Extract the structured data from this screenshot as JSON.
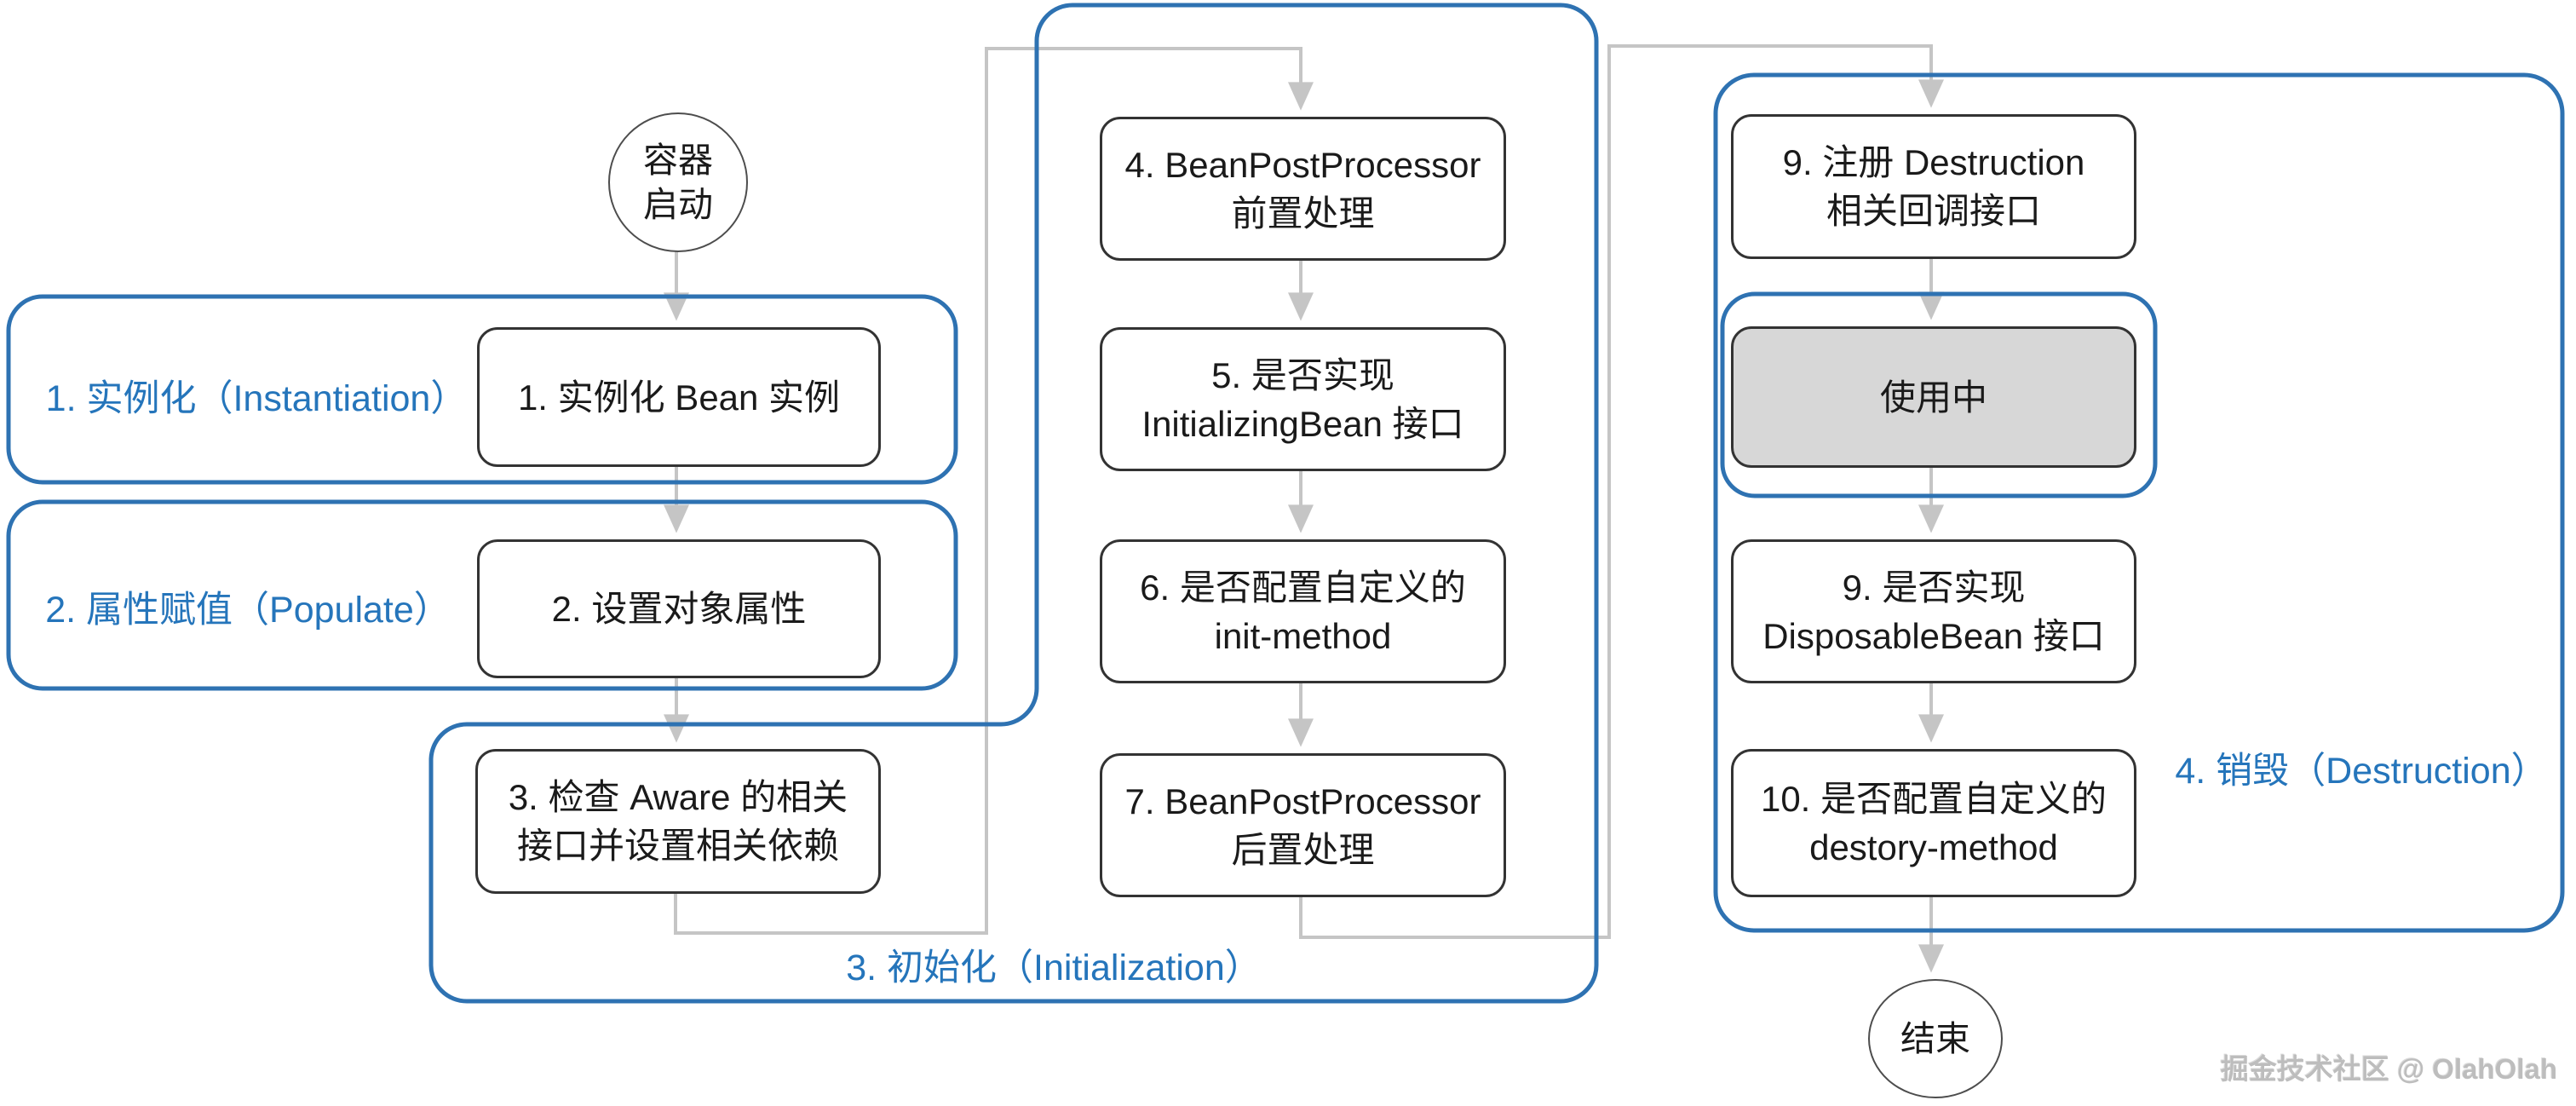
{
  "diagram": {
    "type": "flowchart",
    "subject": "Spring Bean lifecycle"
  },
  "groups": {
    "instantiation": {
      "label": "1. 实例化（Instantiation）"
    },
    "populate": {
      "label": "2. 属性赋值（Populate）"
    },
    "initialization": {
      "label": "3. 初始化（Initialization）"
    },
    "destruction": {
      "label": "4. 销毁（Destruction）"
    }
  },
  "nodes": {
    "start": {
      "line1": "容器",
      "line2": "启动"
    },
    "step1": {
      "text": "1. 实例化 Bean 实例"
    },
    "step2": {
      "text": "2. 设置对象属性"
    },
    "step3": {
      "line1": "3. 检查 Aware 的相关",
      "line2": "接口并设置相关依赖"
    },
    "step4": {
      "line1": "4. BeanPostProcessor",
      "line2": "前置处理"
    },
    "step5": {
      "line1": "5. 是否实现",
      "line2": "InitializingBean 接口"
    },
    "step6": {
      "line1": "6. 是否配置自定义的",
      "line2": "init-method"
    },
    "step7": {
      "line1": "7. BeanPostProcessor",
      "line2": "后置处理"
    },
    "step9_register": {
      "line1": "9. 注册 Destruction",
      "line2": "相关回调接口"
    },
    "in_use": {
      "text": "使用中"
    },
    "step9_dispose": {
      "line1": "9. 是否实现",
      "line2": "DisposableBean 接口"
    },
    "step10": {
      "line1": "10. 是否配置自定义的",
      "line2": "destory-method"
    },
    "end": {
      "text": "结束"
    }
  },
  "watermark": "掘金技术社区 @ OlahOlah",
  "colors": {
    "group_outline_blue": "#2E72B2",
    "stage_label_blue": "#2575BB",
    "connector_gray": "#C5C5C5",
    "box_border": "#333333",
    "in_use_fill": "#D7D7D7",
    "background": "#FFFFFF"
  }
}
